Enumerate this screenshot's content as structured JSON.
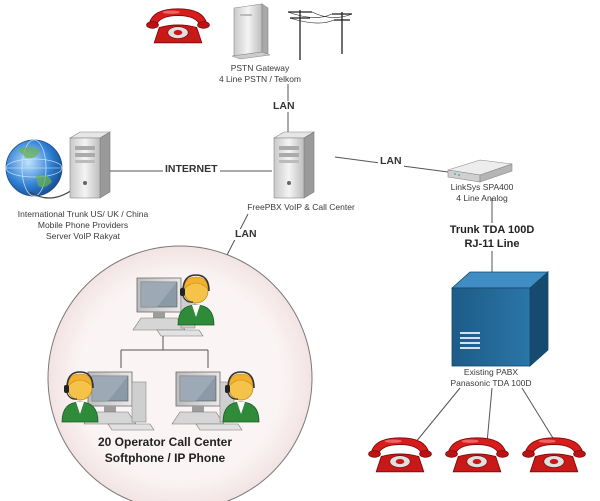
{
  "nodes": {
    "pstn_gateway": {
      "line1": "PSTN Gateway",
      "line2": "4 Line PSTN / Telkom"
    },
    "internet_trunk": {
      "line1": "International Trunk US/ UK / China",
      "line2": "Mobile Phone Providers",
      "line3": "Server VoIP Rakyat"
    },
    "freepbx": {
      "label": "FreePBX VoIP & Call Center"
    },
    "linksys": {
      "line1": "LinkSys SPA400",
      "line2": "4 Line Analog"
    },
    "pabx": {
      "line1": "Existing PABX",
      "line2": "Panasonic TDA 100D"
    },
    "call_center": {
      "line1": "20 Operator Call Center",
      "line2": "Softphone / IP Phone"
    }
  },
  "links": {
    "gateway_lan": "LAN",
    "internet": "INTERNET",
    "linksys_lan": "LAN",
    "callcenter_lan": "LAN",
    "trunk_line1": "Trunk TDA 100D",
    "trunk_line2": "RJ-11 Line"
  },
  "colors": {
    "phone_red": "#d81c1c",
    "pabx_blue": "#1f5f8b",
    "circle_fill": "#f6ecec",
    "operator_green": "#2f8a3a",
    "operator_skin": "#f5c24a"
  },
  "icons": [
    "telephone-icon",
    "utility-pole-icon",
    "router-icon",
    "server-icon",
    "globe-icon",
    "workstation-icon",
    "operator-icon",
    "pabx-icon",
    "modem-icon"
  ]
}
